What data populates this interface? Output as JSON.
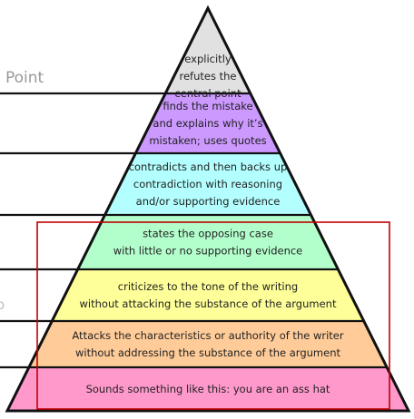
{
  "diagram": {
    "left_label": "Point",
    "left_fragment": "o",
    "highlight_color": "#c00000",
    "tiers": [
      {
        "color": "#e1e1e1",
        "lines": [
          "explicitly",
          "refutes the",
          "central point"
        ]
      },
      {
        "color": "#cc99ff",
        "lines": [
          "finds the mistake",
          "and explains why it’s",
          "mistaken; uses quotes"
        ]
      },
      {
        "color": "#b3ffff",
        "lines": [
          "contradicts and then backs up",
          "contradiction with reasoning",
          "and/or supporting evidence"
        ]
      },
      {
        "color": "#b3ffcc",
        "lines": [
          "states the opposing case",
          "with little or no supporting evidence"
        ]
      },
      {
        "color": "#ffff99",
        "lines": [
          "criticizes to the tone of the writing",
          "without attacking the substance of the argument"
        ]
      },
      {
        "color": "#ffcc99",
        "lines": [
          "Attacks the  characteristics or authority of the writer",
          "without addressing the substance of the argument"
        ]
      },
      {
        "color": "#ff99cc",
        "lines": [
          "Sounds something like this: you are an ass hat"
        ]
      }
    ]
  }
}
